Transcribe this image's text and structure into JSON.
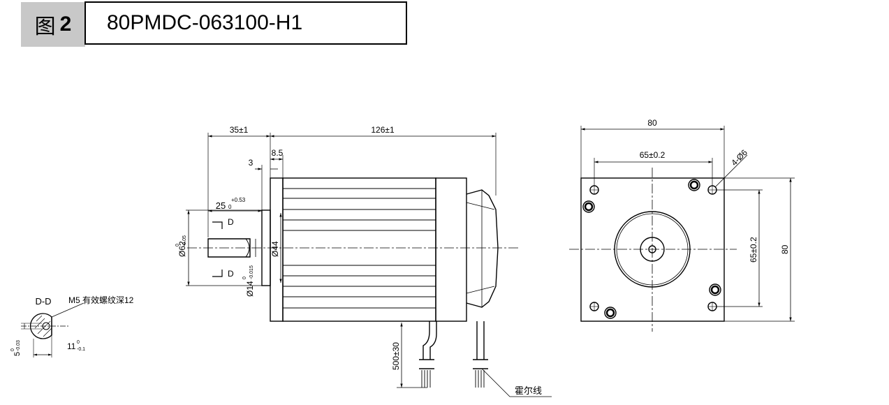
{
  "header": {
    "figure_prefix": "图",
    "figure_number": "2",
    "model": "80PMDC-063100-H1"
  },
  "labels": {
    "len_front": "35±1",
    "len_body": "126±1",
    "flange_thick": "8.5",
    "boss": "3",
    "shaft_len": "25",
    "shaft_tol_up": "+0.53",
    "shaft_tol_low": "0",
    "section_mark_top": "D",
    "section_mark_bottom": "D",
    "pilot_dia": "Ø62",
    "pilot_tol_up": "0",
    "pilot_tol_low": "-0.05",
    "inner_dia": "Ø44",
    "shaft_dia": "Ø14",
    "shaft_dia_tol_up": "0",
    "shaft_dia_tol_low": "-0.015",
    "cable_len": "500±30",
    "hall_wire": "霍尔线",
    "square": "80",
    "bolt_pitch_h": "65±0.2",
    "holes": "4-Ø6",
    "bolt_pitch_v": "65±0.2",
    "square_v": "80",
    "section_title": "D-D",
    "thread_note": "M5 有效螺纹深12",
    "key_width": "5",
    "key_width_tol_up": "0",
    "key_width_tol_low": "-0.03",
    "shaft_height": "11",
    "shaft_height_tol_up": "0",
    "shaft_height_tol_low": "-0.1"
  }
}
